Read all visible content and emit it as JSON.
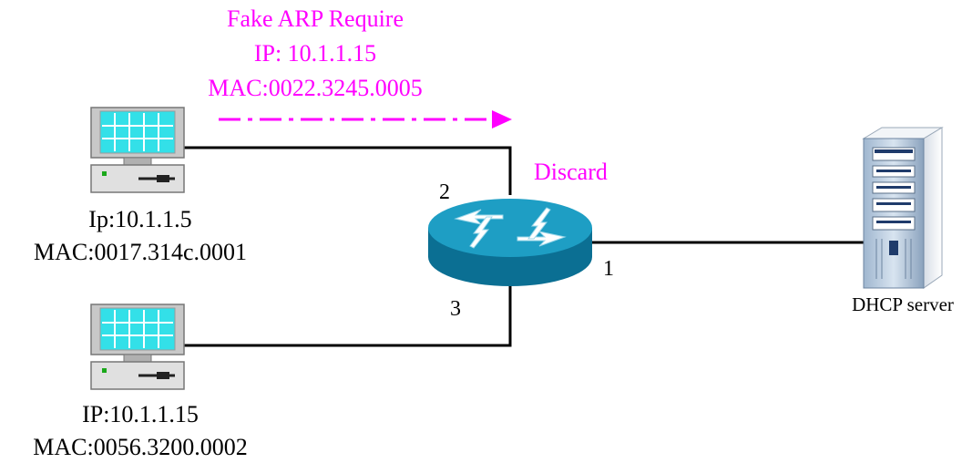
{
  "annotation": {
    "lines": [
      "Fake ARP Require",
      "IP: 10.1.1.15",
      "MAC:0022.3245.0005"
    ],
    "discard": "Discard"
  },
  "host1": {
    "ip": "Ip:10.1.1.5",
    "mac": "MAC:0017.314c.0001"
  },
  "host2": {
    "ip": "IP:10.1.1.15",
    "mac": "MAC:0056.3200.0002"
  },
  "ports": {
    "p1": "1",
    "p2": "2",
    "p3": "3"
  },
  "server": {
    "label": "DHCP server"
  },
  "colors": {
    "annotation": "#ff00ff",
    "router_top": "#1e9ec4",
    "router_side": "#0b6f93",
    "screen": "#33e0e8"
  },
  "icons": {
    "host": "desktop-computer-icon",
    "router": "router-icon",
    "server": "server-tower-icon"
  }
}
